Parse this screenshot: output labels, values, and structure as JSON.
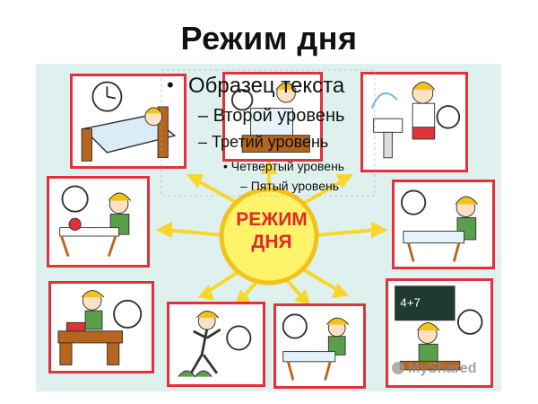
{
  "slide": {
    "title": "Режим дня",
    "sun_label_line1": "РЕЖИМ",
    "sun_label_line2": "ДНЯ"
  },
  "placeholder": {
    "bullet_char": "•",
    "dash_char": "–",
    "level1": "Образец текста",
    "level2": "Второй уровень",
    "level3": "Третий уровень",
    "level4": "Четвертый уровень",
    "level5": "Пятый уровень"
  },
  "watermark": {
    "text": "MyShared"
  },
  "colors": {
    "panel": "#dff1ef",
    "card_border": "#e2313a",
    "sun_fill": "#fff36a",
    "sun_stroke": "#f2c21b",
    "sun_text": "#e02a2a",
    "ray": "#f7d72b"
  },
  "scenes": [
    {
      "name": "sleeping-in-bed"
    },
    {
      "name": "waking-up-stretching"
    },
    {
      "name": "washing-at-sink"
    },
    {
      "name": "breakfast-table"
    },
    {
      "name": "breakfast-tea"
    },
    {
      "name": "studying-at-desk"
    },
    {
      "name": "walking-outside"
    },
    {
      "name": "lunch-table"
    },
    {
      "name": "school-blackboard"
    }
  ]
}
